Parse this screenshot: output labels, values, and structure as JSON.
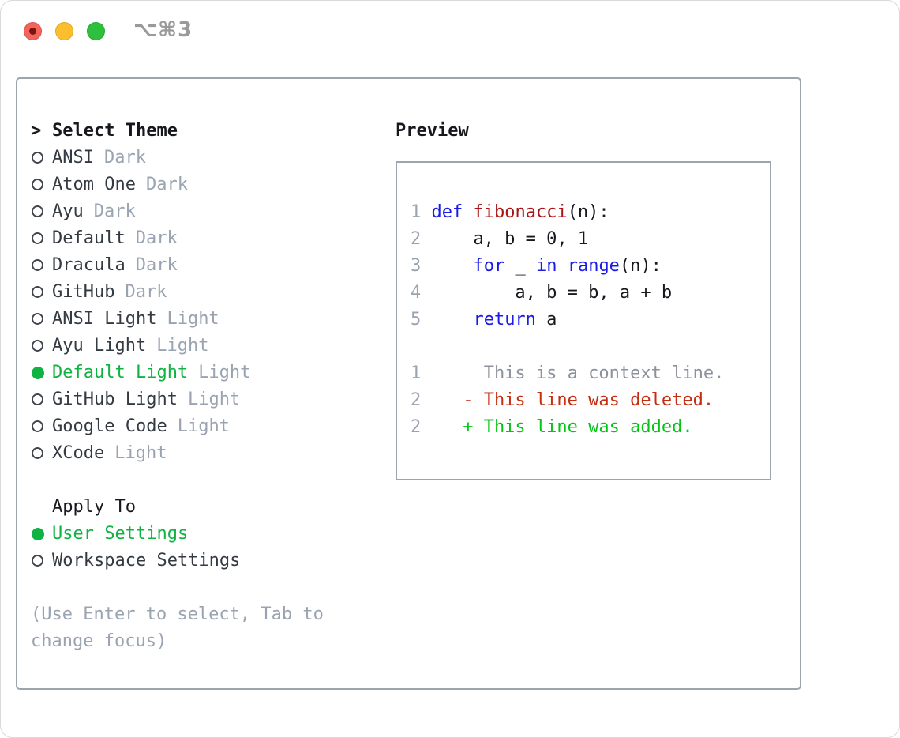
{
  "titlebar": {
    "shortcut": "⌥⌘3",
    "buttons": [
      {
        "name": "close",
        "color": "#f4635c"
      },
      {
        "name": "minimize",
        "color": "#fcbe2d"
      },
      {
        "name": "zoom",
        "color": "#2cc03c"
      }
    ]
  },
  "theme_selector": {
    "cursor": ">",
    "title": "Select Theme",
    "items": [
      {
        "name": "ANSI",
        "variant": "Dark",
        "selected": false
      },
      {
        "name": "Atom One",
        "variant": "Dark",
        "selected": false
      },
      {
        "name": "Ayu",
        "variant": "Dark",
        "selected": false
      },
      {
        "name": "Default",
        "variant": "Dark",
        "selected": false
      },
      {
        "name": "Dracula",
        "variant": "Dark",
        "selected": false
      },
      {
        "name": "GitHub",
        "variant": "Dark",
        "selected": false
      },
      {
        "name": "ANSI Light",
        "variant": "Light",
        "selected": false
      },
      {
        "name": "Ayu Light",
        "variant": "Light",
        "selected": false
      },
      {
        "name": "Default Light",
        "variant": "Light",
        "selected": true
      },
      {
        "name": "GitHub Light",
        "variant": "Light",
        "selected": false
      },
      {
        "name": "Google Code",
        "variant": "Light",
        "selected": false
      },
      {
        "name": "XCode",
        "variant": "Light",
        "selected": false
      }
    ]
  },
  "apply_to": {
    "title": "Apply To",
    "options": [
      {
        "name": "User Settings",
        "selected": true
      },
      {
        "name": "Workspace Settings",
        "selected": false
      }
    ]
  },
  "hint": {
    "line1": "(Use Enter to select, Tab to",
    "line2": "change focus)"
  },
  "preview": {
    "title": "Preview",
    "code_lines": [
      {
        "num": "1",
        "segments": [
          {
            "c": "k",
            "t": "def"
          },
          {
            "c": "p",
            "t": " "
          },
          {
            "c": "f",
            "t": "fibonacci"
          },
          {
            "c": "p",
            "t": "(n):"
          }
        ]
      },
      {
        "num": "2",
        "segments": [
          {
            "c": "p",
            "t": "    a, b = 0, 1"
          }
        ]
      },
      {
        "num": "3",
        "segments": [
          {
            "c": "p",
            "t": "    "
          },
          {
            "c": "k",
            "t": "for"
          },
          {
            "c": "p",
            "t": " _ "
          },
          {
            "c": "k",
            "t": "in"
          },
          {
            "c": "p",
            "t": " "
          },
          {
            "c": "k",
            "t": "range"
          },
          {
            "c": "p",
            "t": "(n):"
          }
        ]
      },
      {
        "num": "4",
        "segments": [
          {
            "c": "p",
            "t": "        a, b = b, a + b"
          }
        ]
      },
      {
        "num": "5",
        "segments": [
          {
            "c": "p",
            "t": "    "
          },
          {
            "c": "k",
            "t": "return"
          },
          {
            "c": "p",
            "t": " a"
          }
        ]
      }
    ],
    "diff_lines": [
      {
        "num": "1",
        "segments": [
          {
            "c": "ctx",
            "t": "     This is a context line."
          }
        ]
      },
      {
        "num": "2",
        "segments": [
          {
            "c": "del",
            "t": "   - This line was deleted."
          }
        ]
      },
      {
        "num": "2",
        "segments": [
          {
            "c": "add",
            "t": "   + This line was added."
          }
        ]
      }
    ]
  },
  "colors": {
    "selected_green": "#0fb341",
    "added_green": "#04c414",
    "deleted_red": "#c52d11",
    "keyword_blue": "#1b1be8",
    "function_red": "#a91414",
    "muted_gray": "#9aa4b1",
    "border_gray": "#9ca4af",
    "text_dark": "#16181d"
  }
}
